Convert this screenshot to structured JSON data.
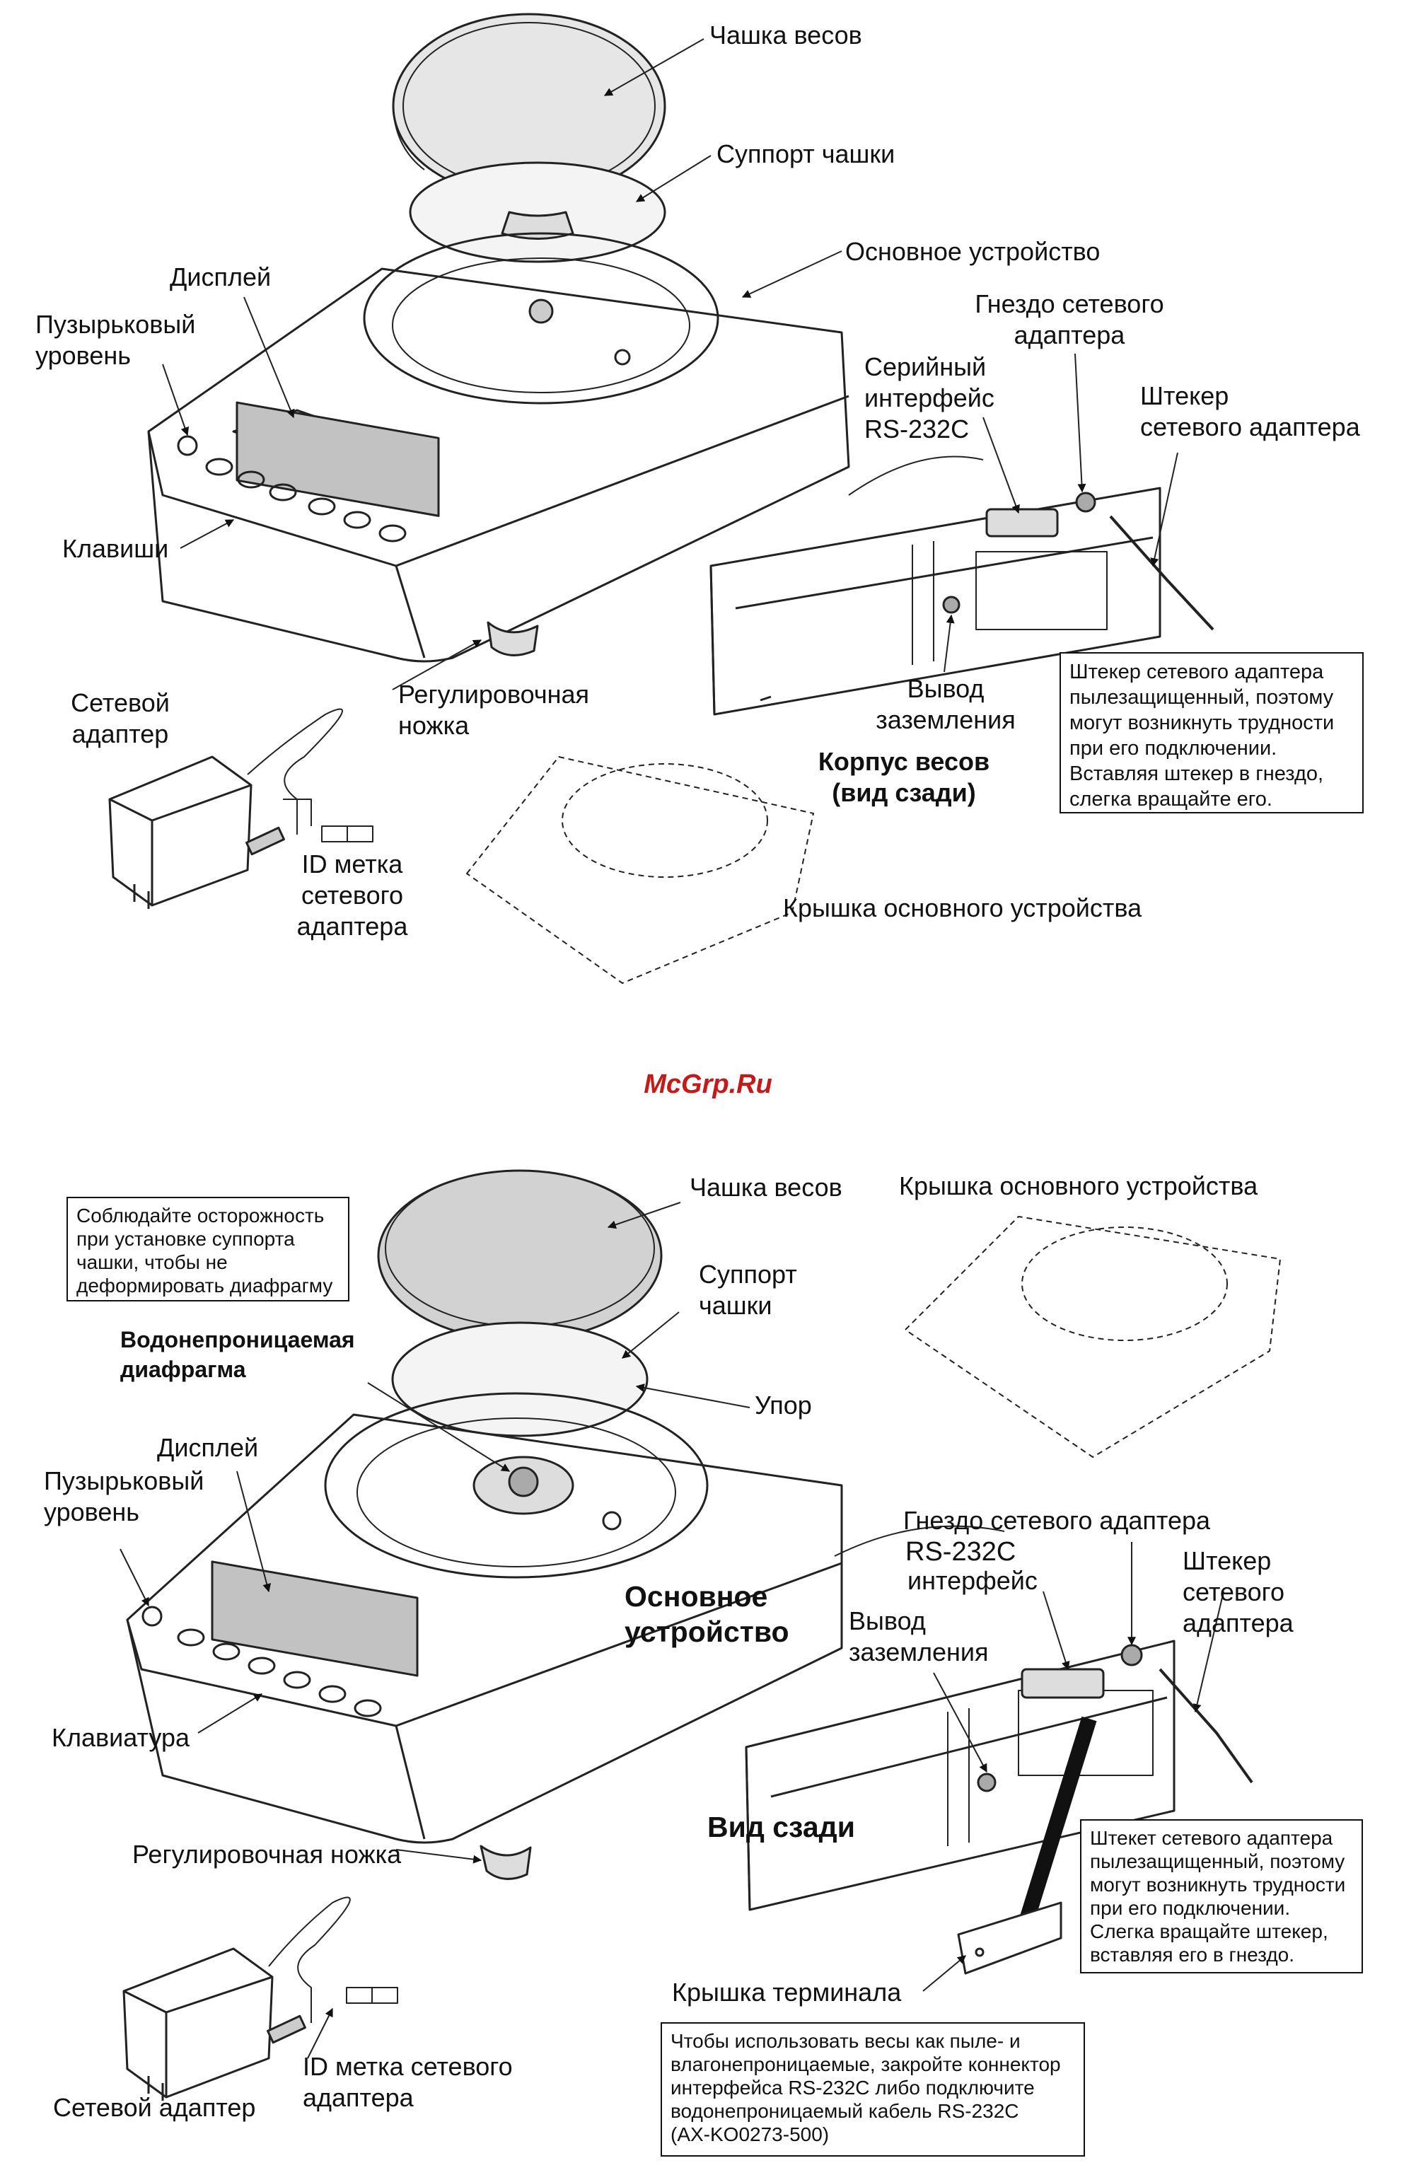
{
  "top": {
    "pan": "Чашка весов",
    "pan_support": "Суппорт чашки",
    "main_unit": "Основное устройство",
    "display": "Дисплей",
    "bubble_level": "Пузырьковый\nуровень",
    "keys": "Клавиши",
    "adjust_foot": "Регулировочная\nножка",
    "ac_adapter": "Сетевой\nадаптер",
    "id_label": "ID метка\nсетевого\nадаптера",
    "breeze_cover": "Крышка основного устройства",
    "ac_jack": "Гнездо сетевого\nадаптера",
    "serial_interface": "Серийный\nинтерфейс\nRS-232C",
    "ac_plug": "Штекер\nсетевого адаптера",
    "ground_terminal": "Вывод\nзаземления",
    "rear_view": "Корпус весов\n(вид сзади)",
    "note": "Штекер сетевого адаптера\nпылезащищенный, поэтому\nмогут возникнуть трудности\nпри его подключении.\nВставляя штекер в гнездо,\nслегка вращайте его."
  },
  "watermark": "McGrp.Ru",
  "bottom": {
    "caution_note": "Соблюдайте осторожность\nпри установке суппорта\nчашки, чтобы не\nдеформировать диафрагму",
    "pan": "Чашка весов",
    "pan_support": "Суппорт\nчашки",
    "diaphragm": "Водонепроницаемая\nдиафрагма",
    "stopper": "Упор",
    "display": "Дисплей",
    "bubble_level": "Пузырьковый\nуровень",
    "main_unit": "Основное\nустройство",
    "keypad": "Клавиатура",
    "adjust_foot": "Регулировочная ножка",
    "breeze_cover": "Крышка основного устройства",
    "ac_jack": "Гнездо сетевого адаптера",
    "rs232c": "RS-232C",
    "interface": "интерфейс",
    "ac_plug": "Штекер\nсетевого\nадаптера",
    "ground_terminal": "Вывод\nзаземления",
    "rear_view": "Вид сзади",
    "plug_note": "Штекет сетевого адаптера\nпылезащищенный, поэтому\nмогут возникнуть трудности\nпри его подключении.\nСлегка вращайте штекер,\nвставляя его в гнездо.",
    "terminal_cover": "Крышка терминала",
    "waterproof_note": "Чтобы использовать весы как пыле- и\nвлагонепроницаемые, закройте коннектор\nинтерфейса RS-232C либо подключите\nводонепроницаемый кабель RS-232C\n(AX-KO0273-500)",
    "ac_adapter": "Сетевой адаптер",
    "id_label": "ID метка сетевого\nадаптера"
  }
}
